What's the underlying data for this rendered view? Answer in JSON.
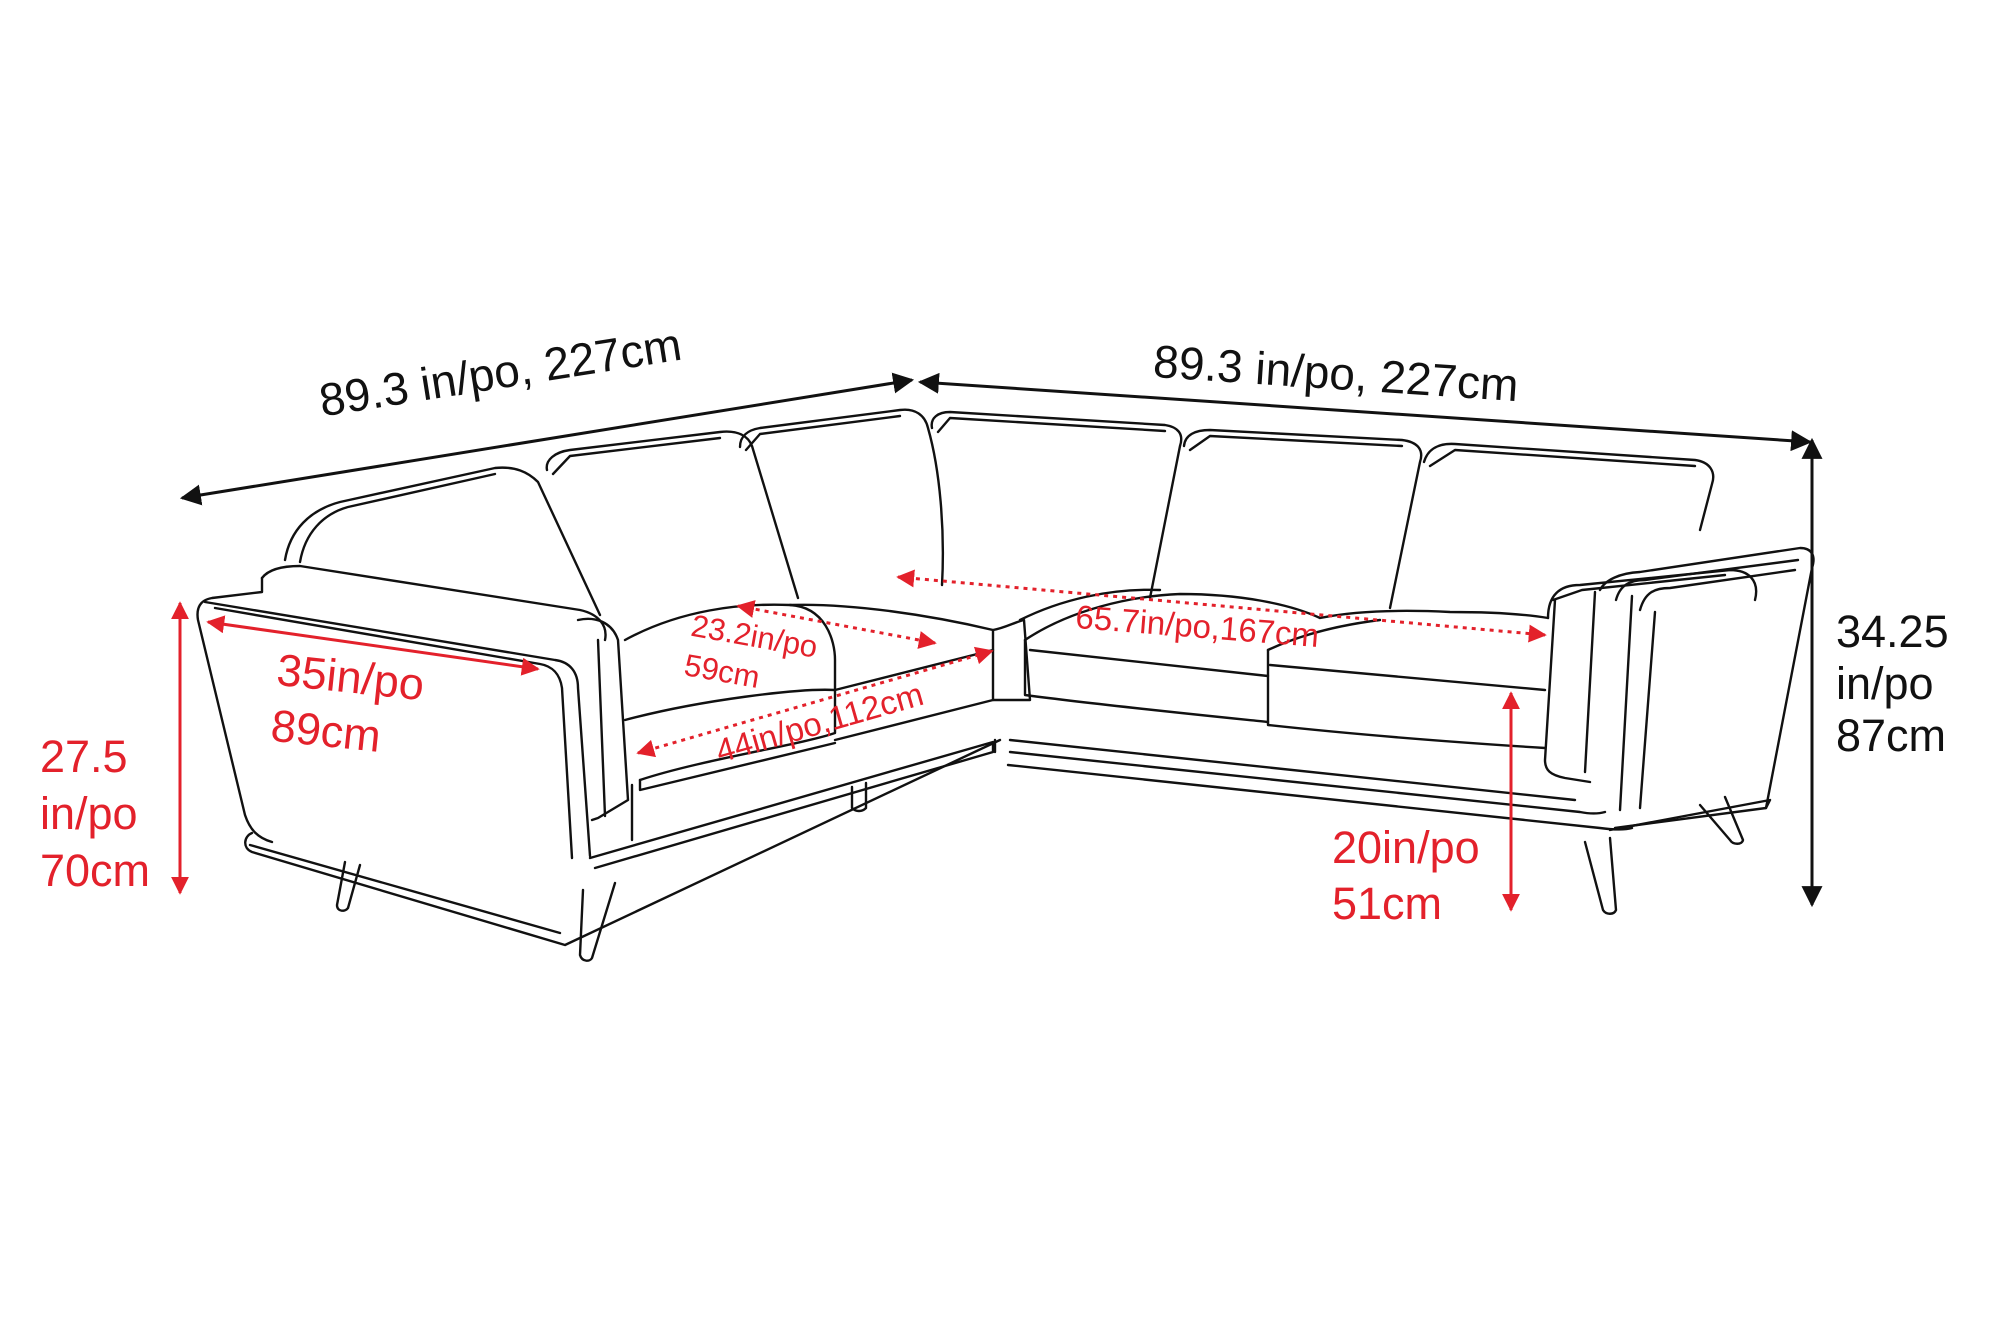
{
  "diagram": {
    "subject": "L-shaped sectional sofa line drawing with dimensions",
    "colors": {
      "outline": "#111111",
      "dimension_overall": "#111111",
      "dimension_detail": "#E3212B",
      "background": "#ffffff"
    },
    "overall_dimensions": {
      "left_width": {
        "text": "89.3 in/po, 227cm",
        "inches": 89.3,
        "cm": 227
      },
      "right_width": {
        "text": "89.3 in/po, 227cm",
        "inches": 89.3,
        "cm": 227
      },
      "total_height": {
        "lines": [
          "34.25",
          "in/po",
          "87cm"
        ],
        "inches": 34.25,
        "cm": 87
      }
    },
    "detail_dimensions": {
      "arm_height": {
        "lines": [
          "27.5",
          "in/po",
          "70cm"
        ],
        "inches": 27.5,
        "cm": 70
      },
      "depth": {
        "lines": [
          "35in/po",
          "89cm"
        ],
        "inches": 35,
        "cm": 89
      },
      "seat_depth": {
        "lines": [
          "23.2in/po",
          "59cm"
        ],
        "inches": 23.2,
        "cm": 59
      },
      "left_seat_width": {
        "text": "44in/po,112cm",
        "inches": 44,
        "cm": 112
      },
      "right_seat_width": {
        "text": "65.7in/po,167cm",
        "inches": 65.7,
        "cm": 167
      },
      "seat_height": {
        "lines": [
          "20in/po",
          "51cm"
        ],
        "inches": 20,
        "cm": 51
      }
    }
  }
}
